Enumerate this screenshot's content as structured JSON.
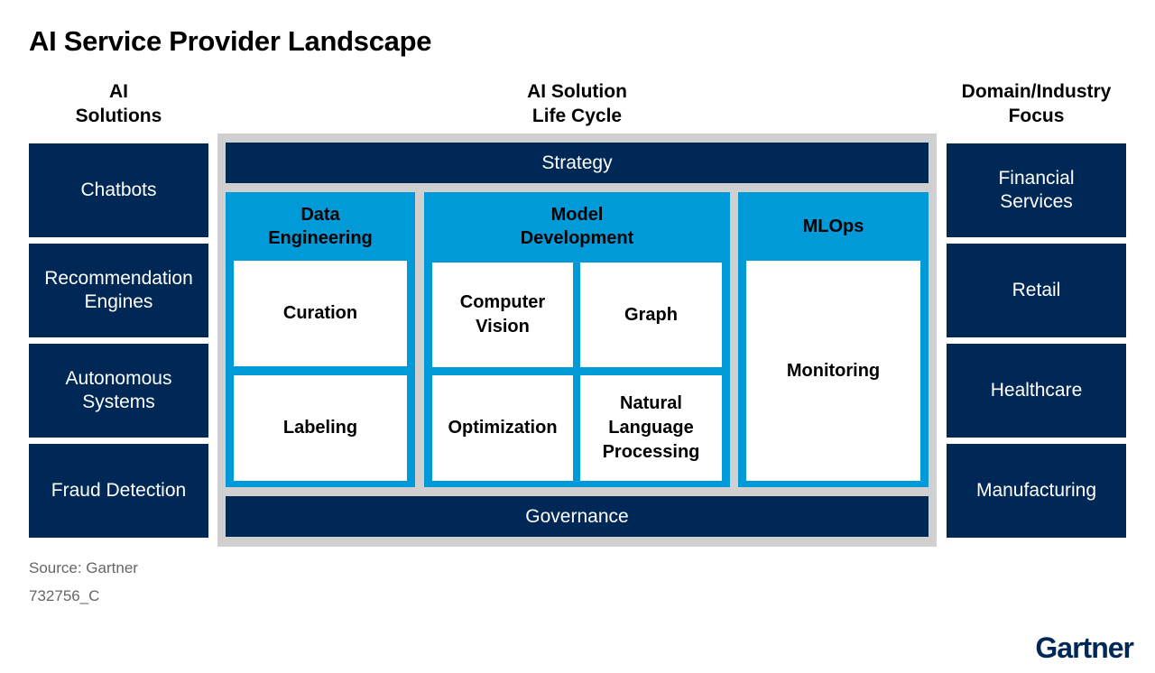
{
  "title": "AI Service Provider Landscape",
  "columns": {
    "left": [
      "AI",
      "Solutions"
    ],
    "center": [
      "AI Solution",
      "Life Cycle"
    ],
    "right": [
      "Domain/Industry",
      "Focus"
    ]
  },
  "ai_solutions": [
    [
      "Chatbots"
    ],
    [
      "Recommendation",
      "Engines"
    ],
    [
      "Autonomous",
      "Systems"
    ],
    [
      "Fraud Detection"
    ]
  ],
  "industries": [
    [
      "Financial",
      "Services"
    ],
    [
      "Retail"
    ],
    [
      "Healthcare"
    ],
    [
      "Manufacturing"
    ]
  ],
  "lifecycle": {
    "strategy": "Strategy",
    "governance": "Governance",
    "data_engineering": {
      "title": [
        "Data",
        "Engineering"
      ],
      "items": [
        [
          "Curation"
        ],
        [
          "Labeling"
        ]
      ]
    },
    "model_development": {
      "title": [
        "Model",
        "Development"
      ],
      "items": [
        [
          "Computer",
          "Vision"
        ],
        [
          "Graph"
        ],
        [
          "Optimization"
        ],
        [
          "Natural",
          "Language",
          "Processing"
        ]
      ]
    },
    "mlops": {
      "title": [
        "MLOps"
      ],
      "items": [
        [
          "Monitoring"
        ]
      ]
    }
  },
  "source": "Source: Gartner",
  "code": "732756_C",
  "logo": "Gartner",
  "colors": {
    "navy": "#002856",
    "blue": "#009ad8",
    "frame": "#d0d0d0"
  }
}
